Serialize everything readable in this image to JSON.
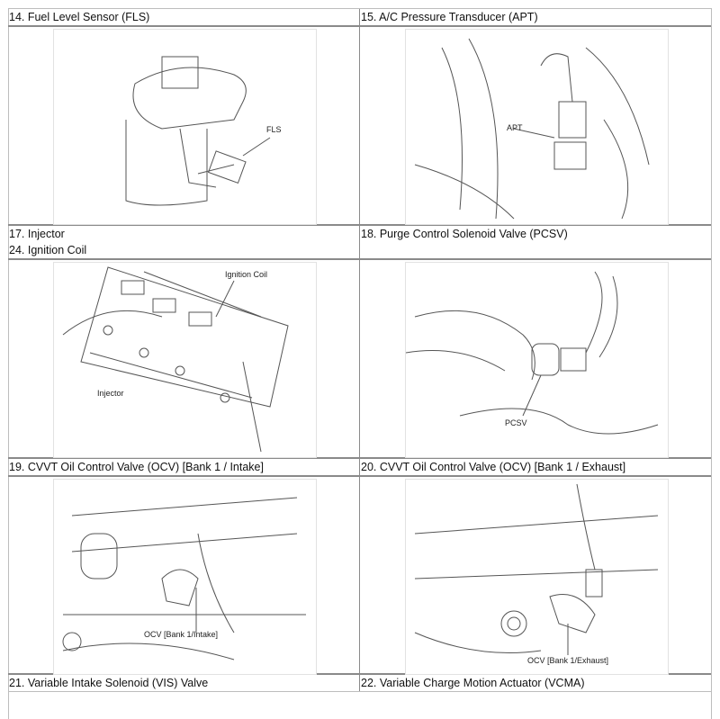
{
  "sections": [
    {
      "number_label": "14. Fuel Level Sensor (FLS)",
      "callouts": [
        "FLS"
      ],
      "figure_icon": "fuel-pump-assembly-illustration"
    },
    {
      "number_label": "15. A/C Pressure Transducer (APT)",
      "callouts": [
        "APT"
      ],
      "figure_icon": "ac-pressure-transducer-illustration"
    },
    {
      "number_label": "17. Injector",
      "number_label_2": "24. Ignition Coil",
      "callouts": [
        "Ignition Coil",
        "Injector"
      ],
      "figure_icon": "engine-top-injector-coil-illustration"
    },
    {
      "number_label": "18. Purge Control Solenoid Valve (PCSV)",
      "callouts": [
        "PCSV"
      ],
      "figure_icon": "purge-valve-illustration"
    },
    {
      "number_label": "19. CVVT Oil Control Valve (OCV) [Bank 1 / Intake]",
      "callouts": [
        "OCV [Bank 1/Intake]"
      ],
      "figure_icon": "ocv-intake-illustration"
    },
    {
      "number_label": "20. CVVT Oil Control Valve (OCV) [Bank 1 / Exhaust]",
      "callouts": [
        "OCV [Bank 1/Exhaust]"
      ],
      "figure_icon": "ocv-exhaust-illustration"
    },
    {
      "number_label": "21. Variable Intake Solenoid (VIS) Valve"
    },
    {
      "number_label": "22. Variable Charge Motion Actuator (VCMA)"
    }
  ],
  "colors": {
    "rule": "#8a8a8a",
    "light_rule": "#bdbdbd",
    "line_art": "#555555"
  }
}
